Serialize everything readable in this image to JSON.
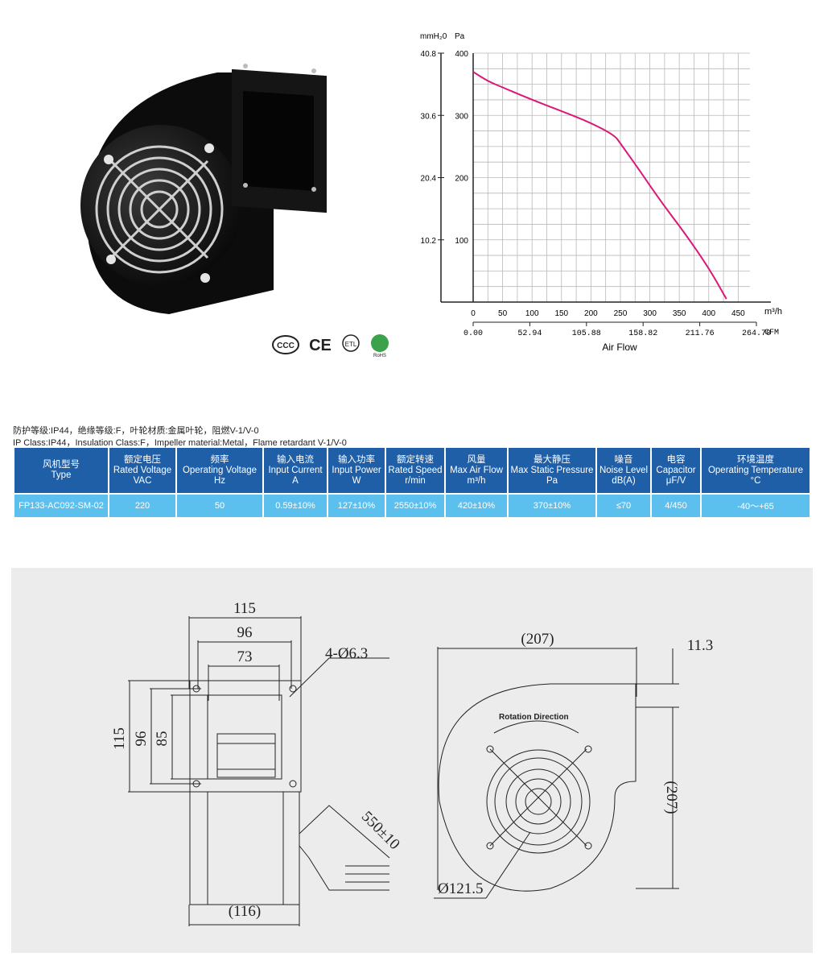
{
  "certifications": [
    "CCC",
    "CE",
    "ETL",
    "RoHS"
  ],
  "chart_data": {
    "type": "line",
    "x": [
      0,
      25,
      50,
      100,
      150,
      200,
      240,
      250,
      280,
      320,
      360,
      400,
      430
    ],
    "series": [
      {
        "values": [
          370,
          355,
          345,
          325,
          307,
          288,
          268,
          255,
          215,
          160,
          110,
          55,
          5
        ]
      }
    ],
    "xlabel": "Air Flow",
    "x_unit": "m³/h",
    "x_ticks": [
      "0",
      "50",
      "100",
      "150",
      "200",
      "250",
      "300",
      "350",
      "400",
      "450"
    ],
    "x2_unit": "CFM",
    "x2_ticks": [
      "0.00",
      "52.94",
      "105.88",
      "158.82",
      "211.76",
      "264.70"
    ],
    "y_unit_left": "mmH₂0",
    "y_unit_right": "Pa",
    "y_ticks_mm": [
      "40.8",
      "30.6",
      "20.4",
      "10.2"
    ],
    "y_ticks_pa": [
      "400",
      "300",
      "200",
      "100"
    ],
    "xlim": [
      0,
      470
    ],
    "ylim": [
      0,
      400
    ],
    "grid": true,
    "curve_color": "#d9187a"
  },
  "notes": {
    "cn": "防护等级:IP44，绝缘等级:F，叶轮材质:金属叶轮，阻燃V-1/V-0",
    "en": "IP Class:IP44，Insulation Class:F，Impeller material:Metal，Flame retardant V-1/V-0"
  },
  "spec_table": {
    "headers": [
      {
        "cn": "风机型号",
        "en": "Type",
        "unit": ""
      },
      {
        "cn": "额定电压",
        "en": "Rated Voltage",
        "unit": "VAC"
      },
      {
        "cn": "频率",
        "en": "Operating Voltage",
        "unit": "Hz"
      },
      {
        "cn": "输入电流",
        "en": "Input Current",
        "unit": "A"
      },
      {
        "cn": "输入功率",
        "en": "Input Power",
        "unit": "W"
      },
      {
        "cn": "额定转速",
        "en": "Rated Speed",
        "unit": "r/min"
      },
      {
        "cn": "风量",
        "en": "Max Air Flow",
        "unit": "m³/h"
      },
      {
        "cn": "最大静压",
        "en": "Max Static Pressure",
        "unit": "Pa"
      },
      {
        "cn": "噪音",
        "en": "Noise Level",
        "unit": "dB(A)"
      },
      {
        "cn": "电容",
        "en": "Capacitor",
        "unit": "μF/V"
      },
      {
        "cn": "环境温度",
        "en": "Operating Temperature",
        "unit": "°C"
      }
    ],
    "rows": [
      [
        "FP133-AC092-SM-02",
        "220",
        "50",
        "0.59±10%",
        "127±10%",
        "2550±10%",
        "420±10%",
        "370±10%",
        "≤70",
        "4/450",
        "-40～+65"
      ]
    ]
  },
  "drawing": {
    "dim_115_top": "115",
    "dim_96_top": "96",
    "dim_73": "73",
    "holes": "4-Ø6.3",
    "dim_115_side": "115",
    "dim_96_side": "96",
    "dim_85": "85",
    "dim_116": "(116)",
    "cable": "550±10",
    "dim_207_top": "(207)",
    "dim_11_3": "11.3",
    "dim_207_side": "(207)",
    "rotation": "Rotation  Direction",
    "dia": "Ø121.5"
  }
}
